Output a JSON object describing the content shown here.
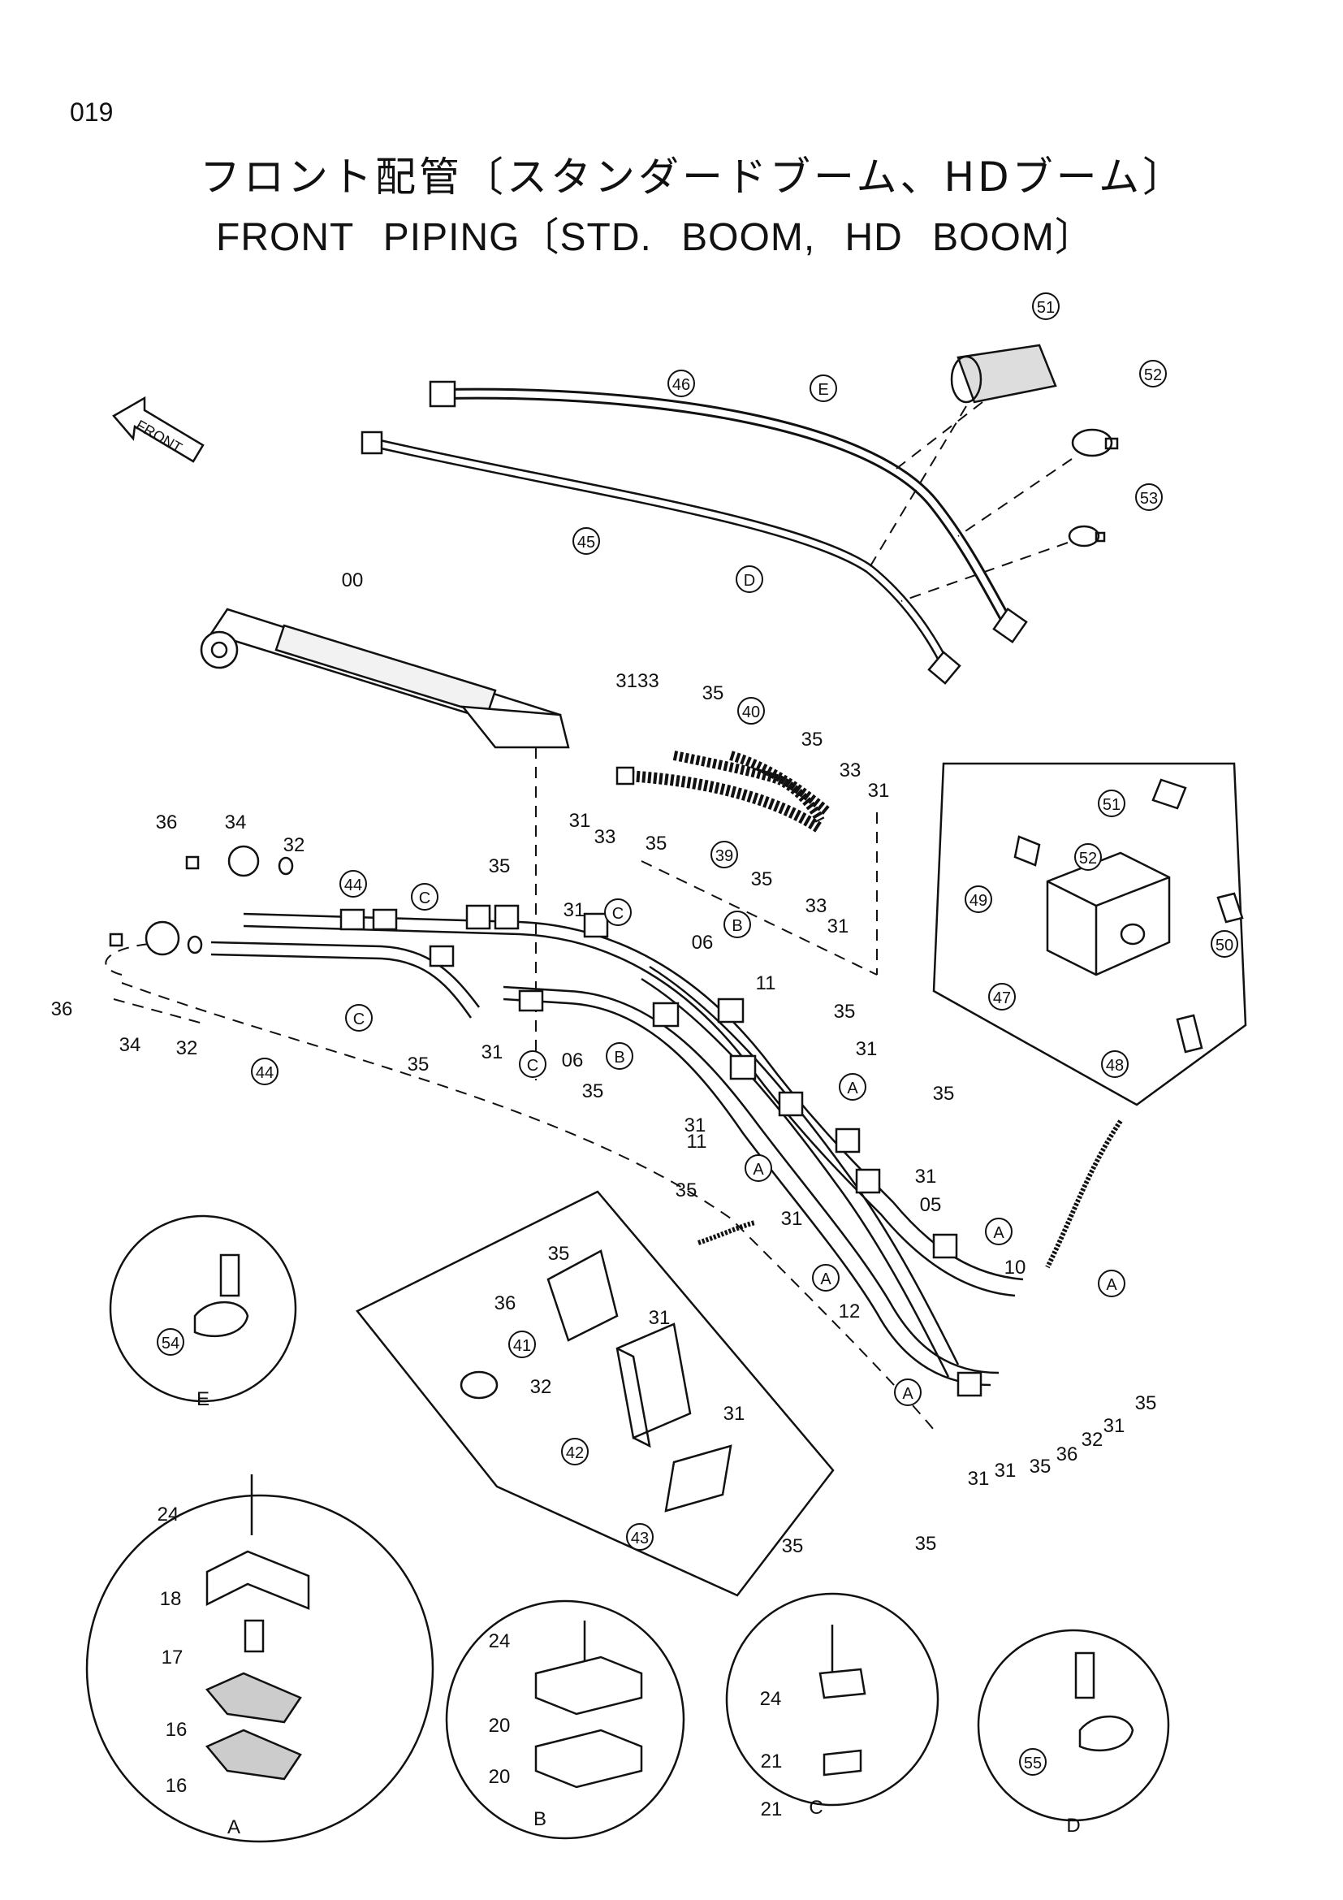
{
  "page": {
    "number": "019"
  },
  "title": {
    "japanese": "フロント配管〔スタンダードブーム、HDブーム〕",
    "english": "FRONT PIPING〔STD. BOOM, HD BOOM〕"
  },
  "direction_label": "FRONT",
  "callouts": [
    {
      "id": "c46",
      "text": "46",
      "circled": true
    },
    {
      "id": "c51a",
      "text": "51",
      "circled": true
    },
    {
      "id": "c52a",
      "text": "52",
      "circled": true
    },
    {
      "id": "c53",
      "text": "53",
      "circled": true
    },
    {
      "id": "c45",
      "text": "45",
      "circled": true
    },
    {
      "id": "cE",
      "text": "E",
      "circled": true
    },
    {
      "id": "cD",
      "text": "D",
      "circled": true
    },
    {
      "id": "c00",
      "text": "00",
      "circled": false
    },
    {
      "id": "c3133",
      "text": "3133",
      "circled": false
    },
    {
      "id": "c35a",
      "text": "35",
      "circled": false
    },
    {
      "id": "c40",
      "text": "40",
      "circled": true
    },
    {
      "id": "c35b",
      "text": "35",
      "circled": false
    },
    {
      "id": "c33a",
      "text": "33",
      "circled": false
    },
    {
      "id": "c31a",
      "text": "31",
      "circled": false
    },
    {
      "id": "c31b",
      "text": "31",
      "circled": false
    },
    {
      "id": "c33b",
      "text": "33",
      "circled": false
    },
    {
      "id": "c35c",
      "text": "35",
      "circled": false
    },
    {
      "id": "c39",
      "text": "39",
      "circled": true
    },
    {
      "id": "c35d",
      "text": "35",
      "circled": false
    },
    {
      "id": "c33c",
      "text": "33",
      "circled": false
    },
    {
      "id": "c31c",
      "text": "31",
      "circled": false
    },
    {
      "id": "c36a",
      "text": "36",
      "circled": false
    },
    {
      "id": "c34a",
      "text": "34",
      "circled": false
    },
    {
      "id": "c32a",
      "text": "32",
      "circled": false
    },
    {
      "id": "c44a",
      "text": "44",
      "circled": true
    },
    {
      "id": "c35e",
      "text": "35",
      "circled": false
    },
    {
      "id": "cC1",
      "text": "C",
      "circled": true
    },
    {
      "id": "c31d",
      "text": "31",
      "circled": false
    },
    {
      "id": "cC2",
      "text": "C",
      "circled": true
    },
    {
      "id": "c06a",
      "text": "06",
      "circled": false
    },
    {
      "id": "cB1",
      "text": "B",
      "circled": true
    },
    {
      "id": "c11a",
      "text": "11",
      "circled": false
    },
    {
      "id": "c35f",
      "text": "35",
      "circled": false
    },
    {
      "id": "c36b",
      "text": "36",
      "circled": false
    },
    {
      "id": "c34b",
      "text": "34",
      "circled": false
    },
    {
      "id": "c32b",
      "text": "32",
      "circled": false
    },
    {
      "id": "c44b",
      "text": "44",
      "circled": true
    },
    {
      "id": "cC3",
      "text": "C",
      "circled": true
    },
    {
      "id": "c35g",
      "text": "35",
      "circled": false
    },
    {
      "id": "c31e",
      "text": "31",
      "circled": false
    },
    {
      "id": "cC4",
      "text": "C",
      "circled": true
    },
    {
      "id": "c06b",
      "text": "06",
      "circled": false
    },
    {
      "id": "cB2",
      "text": "B",
      "circled": true
    },
    {
      "id": "c31f",
      "text": "31",
      "circled": false
    },
    {
      "id": "c35h",
      "text": "35",
      "circled": false
    },
    {
      "id": "cA1",
      "text": "A",
      "circled": true
    },
    {
      "id": "c35i",
      "text": "35",
      "circled": false
    },
    {
      "id": "c31g",
      "text": "31",
      "circled": false
    },
    {
      "id": "c11b",
      "text": "11",
      "circled": false
    },
    {
      "id": "cA2",
      "text": "A",
      "circled": true
    },
    {
      "id": "c31h",
      "text": "31",
      "circled": false
    },
    {
      "id": "c05",
      "text": "05",
      "circled": false
    },
    {
      "id": "c35j",
      "text": "35",
      "circled": false
    },
    {
      "id": "c31i",
      "text": "31",
      "circled": false
    },
    {
      "id": "cA3",
      "text": "A",
      "circled": true
    },
    {
      "id": "c10",
      "text": "10",
      "circled": false
    },
    {
      "id": "cA4",
      "text": "A",
      "circled": true
    },
    {
      "id": "c12",
      "text": "12",
      "circled": false
    },
    {
      "id": "cA5",
      "text": "A",
      "circled": true
    },
    {
      "id": "cA6",
      "text": "A",
      "circled": true
    },
    {
      "id": "c35k",
      "text": "35",
      "circled": false
    },
    {
      "id": "c31j",
      "text": "31",
      "circled": false
    },
    {
      "id": "c32c",
      "text": "32",
      "circled": false
    },
    {
      "id": "c36c",
      "text": "36",
      "circled": false
    },
    {
      "id": "c35l",
      "text": "35",
      "circled": false
    },
    {
      "id": "c31k",
      "text": "31",
      "circled": false
    },
    {
      "id": "c31l",
      "text": "31",
      "circled": false
    },
    {
      "id": "c35m",
      "text": "35",
      "circled": false
    },
    {
      "id": "c51b",
      "text": "51",
      "circled": true
    },
    {
      "id": "c52b",
      "text": "52",
      "circled": true
    },
    {
      "id": "c49",
      "text": "49",
      "circled": true
    },
    {
      "id": "c50",
      "text": "50",
      "circled": true
    },
    {
      "id": "c47",
      "text": "47",
      "circled": true
    },
    {
      "id": "c48",
      "text": "48",
      "circled": true
    },
    {
      "id": "c35n",
      "text": "35",
      "circled": false
    },
    {
      "id": "c36d",
      "text": "36",
      "circled": false
    },
    {
      "id": "c31m",
      "text": "31",
      "circled": false
    },
    {
      "id": "c41",
      "text": "41",
      "circled": true
    },
    {
      "id": "c32d",
      "text": "32",
      "circled": false
    },
    {
      "id": "c31n",
      "text": "31",
      "circled": false
    },
    {
      "id": "c42",
      "text": "42",
      "circled": true
    },
    {
      "id": "c43",
      "text": "43",
      "circled": true
    },
    {
      "id": "c35o",
      "text": "35",
      "circled": false
    },
    {
      "id": "c54",
      "text": "54",
      "circled": true
    },
    {
      "id": "cE2",
      "text": "E",
      "circled": false
    },
    {
      "id": "c24a",
      "text": "24",
      "circled": false
    },
    {
      "id": "c18",
      "text": "18",
      "circled": false
    },
    {
      "id": "c17",
      "text": "17",
      "circled": false
    },
    {
      "id": "c16a",
      "text": "16",
      "circled": false
    },
    {
      "id": "c16b",
      "text": "16",
      "circled": false
    },
    {
      "id": "cA7",
      "text": "A",
      "circled": false
    },
    {
      "id": "c24b",
      "text": "24",
      "circled": false
    },
    {
      "id": "c20a",
      "text": "20",
      "circled": false
    },
    {
      "id": "c20b",
      "text": "20",
      "circled": false
    },
    {
      "id": "cB3",
      "text": "B",
      "circled": false
    },
    {
      "id": "c24c",
      "text": "24",
      "circled": false
    },
    {
      "id": "c21a",
      "text": "21",
      "circled": false
    },
    {
      "id": "c21b",
      "text": "21",
      "circled": false
    },
    {
      "id": "cC5",
      "text": "C",
      "circled": false
    },
    {
      "id": "c55",
      "text": "55",
      "circled": true
    },
    {
      "id": "cD2",
      "text": "D",
      "circled": false
    }
  ]
}
